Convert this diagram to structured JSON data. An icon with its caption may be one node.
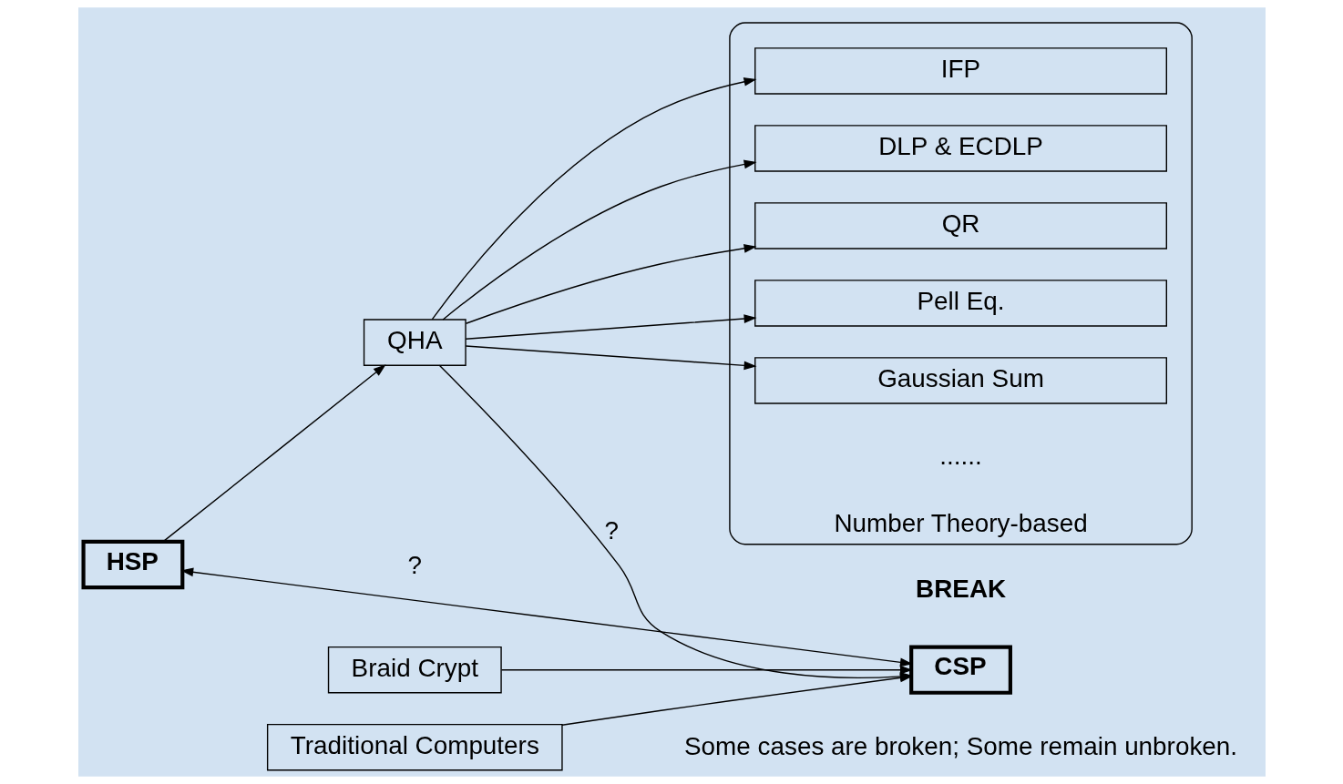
{
  "diagram": {
    "nodes": [
      {
        "text": [
          "HSP"
        ]
      },
      {
        "text": [
          "QHA"
        ]
      },
      {
        "text": [
          "Braid Crypt"
        ]
      },
      {
        "text": [
          "CSP"
        ]
      },
      {
        "text": [
          "Traditional Computers"
        ]
      },
      {
        "text": [
          "Number Theory-based"
        ]
      },
      {
        "text": [
          "IFP"
        ],
        "in": 5
      },
      {
        "text": [
          "DLP & ECDLP"
        ],
        "in": 5
      },
      {
        "text": [
          "QR"
        ],
        "in": 5
      },
      {
        "text": [
          "Pell Eq."
        ],
        "in": 5
      },
      {
        "text": [
          "Gaussian Sum"
        ],
        "in": 5
      }
    ],
    "edges": [
      {
        "from": 0,
        "to": 1,
        "arrow": "to"
      },
      {
        "from": 0,
        "to": 3,
        "arrow": "both",
        "label": "?"
      },
      {
        "from": 1,
        "to": 3,
        "arrow": "to",
        "label": "?"
      },
      {
        "from": 2,
        "to": 3,
        "arrow": "to"
      },
      {
        "from": 4,
        "to": 3,
        "arrow": "to"
      },
      {
        "from": 1,
        "to": 6,
        "arrow": "to"
      },
      {
        "from": 1,
        "to": 7,
        "arrow": "to"
      },
      {
        "from": 1,
        "to": 8,
        "arrow": "to"
      },
      {
        "from": 1,
        "to": 9,
        "arrow": "to"
      },
      {
        "from": 1,
        "to": 10,
        "arrow": "to"
      }
    ],
    "labels": [
      "BREAK",
      "Some cases are broken; Some remain unbroken.",
      "......"
    ]
  }
}
